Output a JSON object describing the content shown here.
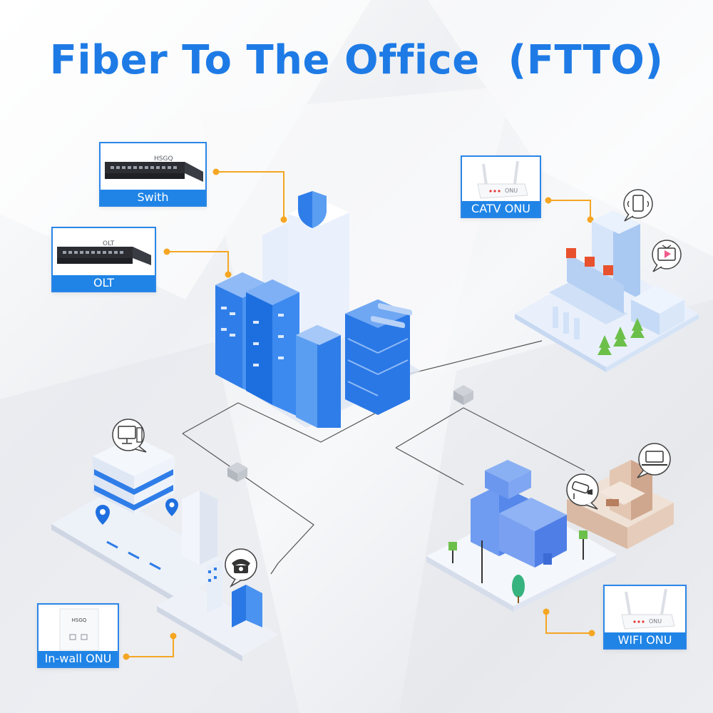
{
  "title": "Fiber To The Office  (FTTO)",
  "devices": {
    "switch": {
      "label": "Swith",
      "brand": "HSGQ"
    },
    "olt": {
      "label": "OLT",
      "brand": "OLT"
    },
    "catv_onu": {
      "label": "CATV ONU",
      "brand": "ONU"
    },
    "inwall_onu": {
      "label": "In-wall ONU",
      "brand": "HSGQ"
    },
    "wifi_onu": {
      "label": "WIFI ONU",
      "brand": "ONU"
    }
  },
  "colors": {
    "title": "#1e7be6",
    "label_bg": "#1f84e6",
    "connector": "#f5a623",
    "network_line": "#555555",
    "building_blue": "#2f7de8"
  },
  "icons": [
    "smartphone-icon",
    "tv-play-icon",
    "monitor-icon",
    "laptop-icon",
    "cctv-camera-icon",
    "telephone-icon",
    "shield-icon"
  ]
}
